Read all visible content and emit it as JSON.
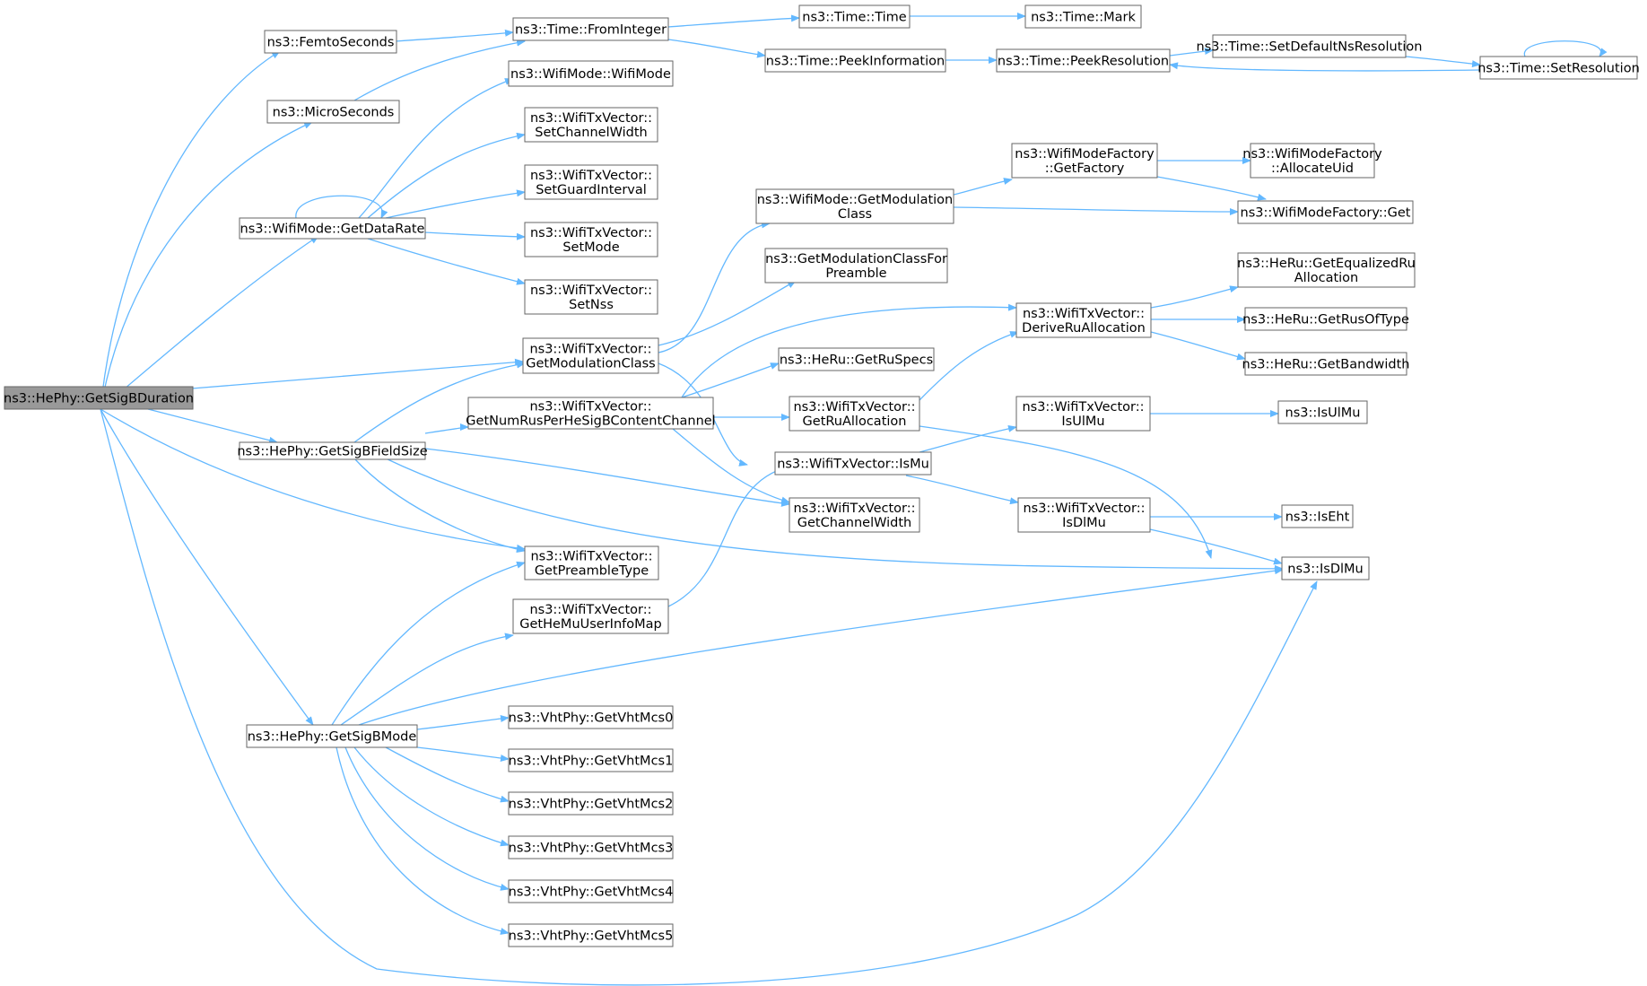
{
  "colors": {
    "edge": "#63b8ff",
    "node_border": "#666666",
    "root_fill": "#999999",
    "node_fill": "#ffffff"
  },
  "nodes": [
    {
      "id": "root",
      "root": true,
      "lines": [
        "ns3::HePhy::GetSigBDuration"
      ]
    },
    {
      "id": "femto",
      "lines": [
        "ns3::FemtoSeconds"
      ]
    },
    {
      "id": "micro",
      "lines": [
        "ns3::MicroSeconds"
      ]
    },
    {
      "id": "datarate",
      "lines": [
        "ns3::WifiMode::GetDataRate"
      ]
    },
    {
      "id": "getmodclass",
      "lines": [
        "ns3::WifiTxVector::",
        "GetModulationClass"
      ]
    },
    {
      "id": "sigbfield",
      "lines": [
        "ns3::HePhy::GetSigBFieldSize"
      ]
    },
    {
      "id": "numrus",
      "lines": [
        "ns3::WifiTxVector::",
        "GetNumRusPerHeSigBContentChannel"
      ]
    },
    {
      "id": "preamble",
      "lines": [
        "ns3::WifiTxVector::",
        "GetPreambleType"
      ]
    },
    {
      "id": "hemuuser",
      "lines": [
        "ns3::WifiTxVector::",
        "GetHeMuUserInfoMap"
      ]
    },
    {
      "id": "sigbmode",
      "lines": [
        "ns3::HePhy::GetSigBMode"
      ]
    },
    {
      "id": "frominteger",
      "lines": [
        "ns3::Time::FromInteger"
      ]
    },
    {
      "id": "wifimode",
      "lines": [
        "ns3::WifiMode::WifiMode"
      ]
    },
    {
      "id": "setchw",
      "lines": [
        "ns3::WifiTxVector::",
        "SetChannelWidth"
      ]
    },
    {
      "id": "setgi",
      "lines": [
        "ns3::WifiTxVector::",
        "SetGuardInterval"
      ]
    },
    {
      "id": "setmode",
      "lines": [
        "ns3::WifiTxVector::",
        "SetMode"
      ]
    },
    {
      "id": "setnss",
      "lines": [
        "ns3::WifiTxVector::",
        "SetNss"
      ]
    },
    {
      "id": "vht0",
      "lines": [
        "ns3::VhtPhy::GetVhtMcs0"
      ]
    },
    {
      "id": "vht1",
      "lines": [
        "ns3::VhtPhy::GetVhtMcs1"
      ]
    },
    {
      "id": "vht2",
      "lines": [
        "ns3::VhtPhy::GetVhtMcs2"
      ]
    },
    {
      "id": "vht3",
      "lines": [
        "ns3::VhtPhy::GetVhtMcs3"
      ]
    },
    {
      "id": "vht4",
      "lines": [
        "ns3::VhtPhy::GetVhtMcs4"
      ]
    },
    {
      "id": "vht5",
      "lines": [
        "ns3::VhtPhy::GetVhtMcs5"
      ]
    },
    {
      "id": "timetime",
      "lines": [
        "ns3::Time::Time"
      ]
    },
    {
      "id": "peekinfo",
      "lines": [
        "ns3::Time::PeekInformation"
      ]
    },
    {
      "id": "wmgetmodclass",
      "lines": [
        "ns3::WifiMode::GetModulation",
        "Class"
      ]
    },
    {
      "id": "getmodclassforpre",
      "lines": [
        "ns3::GetModulationClassFor",
        "Preamble"
      ]
    },
    {
      "id": "herugetruspecs",
      "lines": [
        "ns3::HeRu::GetRuSpecs"
      ]
    },
    {
      "id": "getruallocation",
      "lines": [
        "ns3::WifiTxVector::",
        "GetRuAllocation"
      ]
    },
    {
      "id": "ismu",
      "lines": [
        "ns3::WifiTxVector::IsMu"
      ]
    },
    {
      "id": "getchw",
      "lines": [
        "ns3::WifiTxVector::",
        "GetChannelWidth"
      ]
    },
    {
      "id": "timemark",
      "lines": [
        "ns3::Time::Mark"
      ]
    },
    {
      "id": "peekres",
      "lines": [
        "ns3::Time::PeekResolution"
      ]
    },
    {
      "id": "getfactory",
      "lines": [
        "ns3::WifiModeFactory",
        "::GetFactory"
      ]
    },
    {
      "id": "deriveru",
      "lines": [
        "ns3::WifiTxVector::",
        "DeriveRuAllocation"
      ]
    },
    {
      "id": "isulmu_tx",
      "lines": [
        "ns3::WifiTxVector::",
        "IsUlMu"
      ]
    },
    {
      "id": "isdlmu_tx",
      "lines": [
        "ns3::WifiTxVector::",
        "IsDlMu"
      ]
    },
    {
      "id": "setdefaultns",
      "lines": [
        "ns3::Time::SetDefaultNsResolution"
      ]
    },
    {
      "id": "setresolution",
      "lines": [
        "ns3::Time::SetResolution"
      ]
    },
    {
      "id": "allocateuid",
      "lines": [
        "ns3::WifiModeFactory",
        "::AllocateUid"
      ]
    },
    {
      "id": "wmfget",
      "lines": [
        "ns3::WifiModeFactory::Get"
      ]
    },
    {
      "id": "equalizedru",
      "lines": [
        "ns3::HeRu::GetEqualizedRu",
        "Allocation"
      ]
    },
    {
      "id": "getrusoftype",
      "lines": [
        "ns3::HeRu::GetRusOfType"
      ]
    },
    {
      "id": "getbandwidth",
      "lines": [
        "ns3::HeRu::GetBandwidth"
      ]
    },
    {
      "id": "isulmu",
      "lines": [
        "ns3::IsUlMu"
      ]
    },
    {
      "id": "iseht",
      "lines": [
        "ns3::IsEht"
      ]
    },
    {
      "id": "isdlmu",
      "lines": [
        "ns3::IsDlMu"
      ]
    }
  ]
}
